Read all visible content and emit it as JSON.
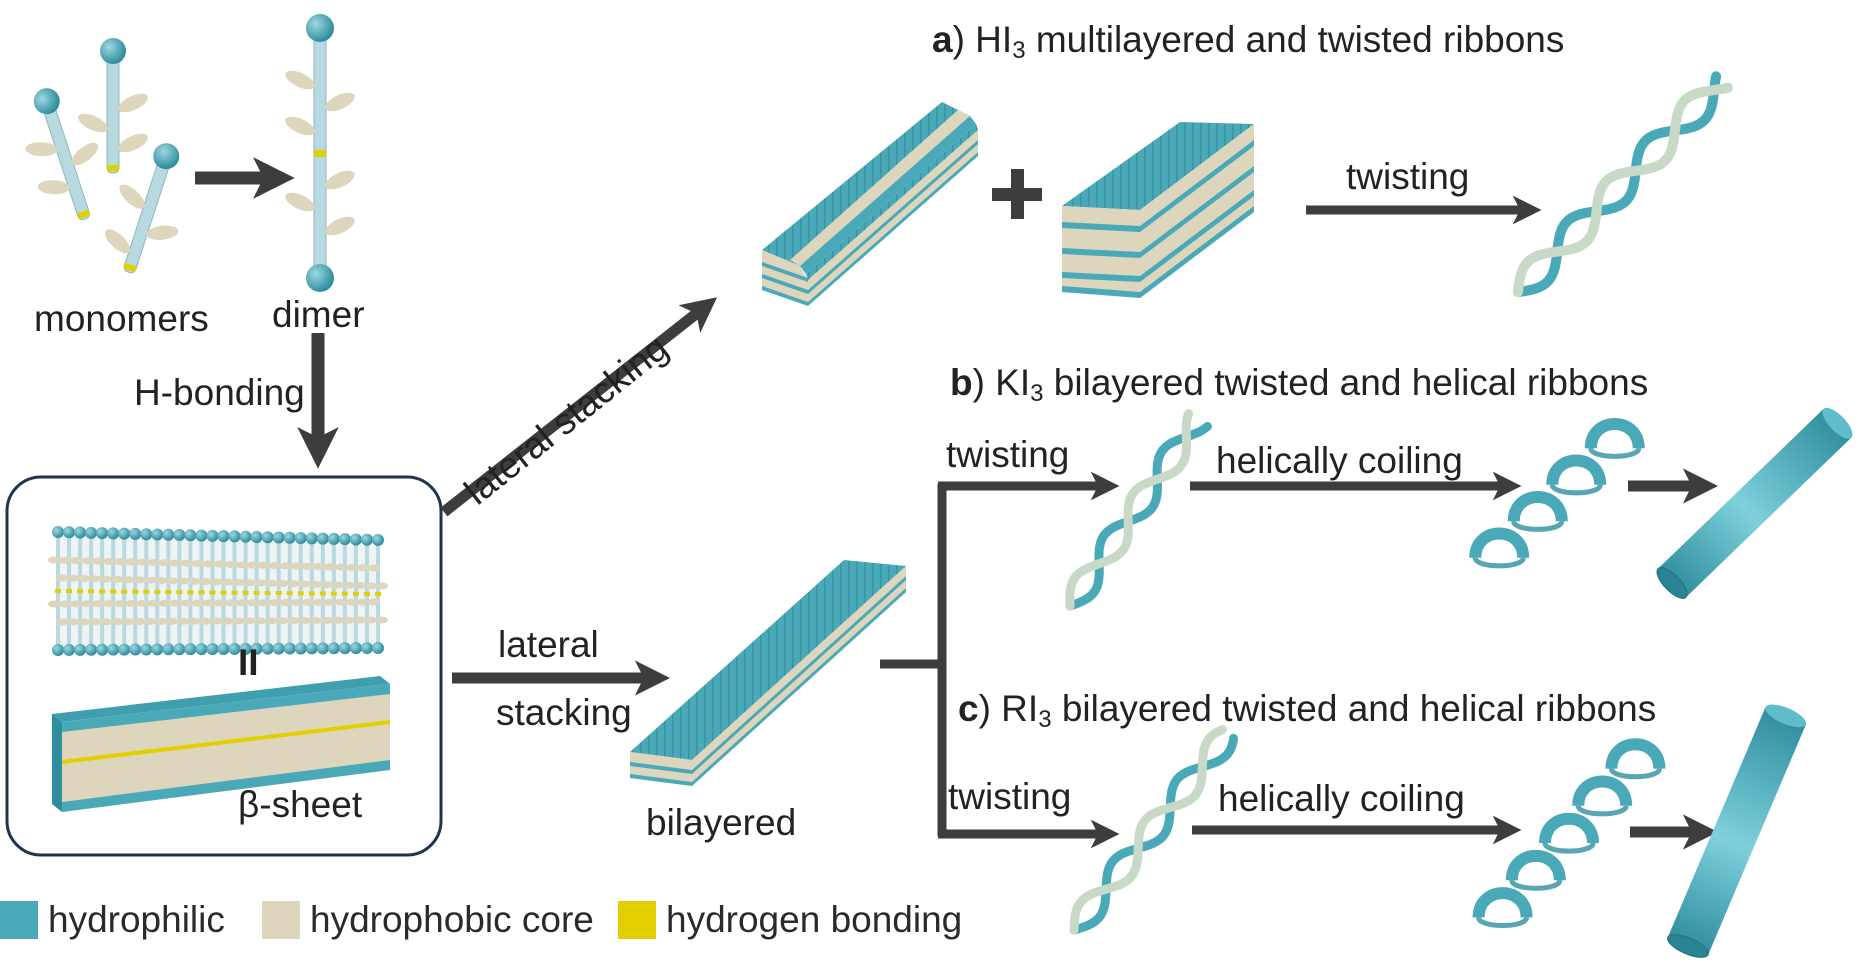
{
  "labels": {
    "monomers": "monomers",
    "dimer": "dimer",
    "h_bonding": "H-bonding",
    "lateral_stacking_diag": "lateral stacking",
    "lateral": "lateral",
    "stacking": "stacking",
    "bilayered": "bilayered",
    "beta_sheet": "β-sheet",
    "equivalence_mark": "II",
    "twisting_a": "twisting",
    "twisting_b": "twisting",
    "twisting_c": "twisting",
    "helically_coiling_b": "helically coiling",
    "helically_coiling_c": "helically coiling"
  },
  "panels": {
    "a": {
      "letter": "a",
      "prefix": ") HI",
      "sub": "3",
      "suffix": " multilayered and twisted ribbons"
    },
    "b": {
      "letter": "b",
      "prefix": ") KI",
      "sub": "3",
      "suffix": " bilayered twisted and helical ribbons"
    },
    "c": {
      "letter": "c",
      "prefix": ") RI",
      "sub": "3",
      "suffix": " bilayered twisted and helical ribbons"
    }
  },
  "legend": [
    {
      "label": "hydrophilic",
      "color": "#4aa9b8"
    },
    {
      "label": "hydrophobic core",
      "color": "#ddd6bd"
    },
    {
      "label": "hydrogen bonding",
      "color": "#e3cf00"
    }
  ],
  "colors": {
    "hydrophilic": "#4aa9b8",
    "hydrophobic": "#ddd6bd",
    "hbond": "#e3cf00",
    "arrow": "#3d3d3d",
    "rod": "#b9d9e0"
  }
}
